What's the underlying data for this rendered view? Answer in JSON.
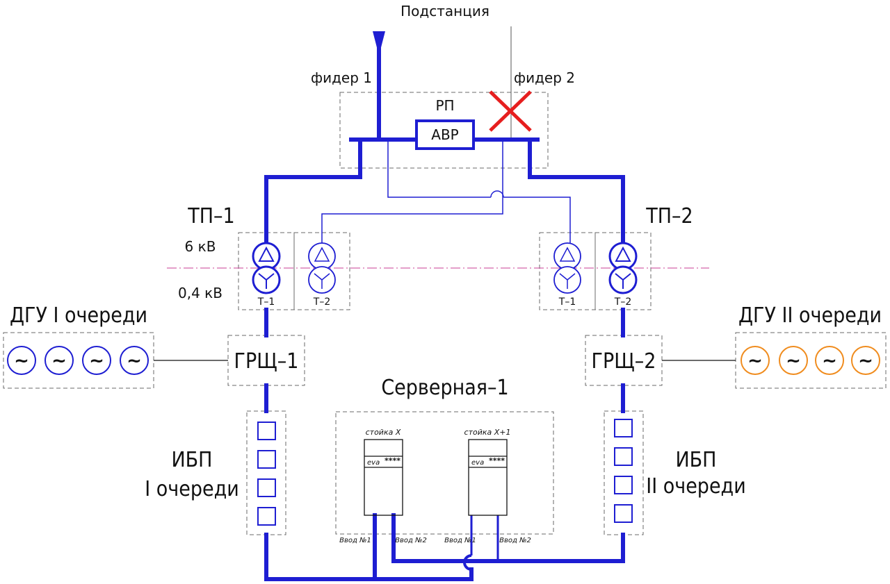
{
  "labels": {
    "substation": "Подстанция",
    "feeder1": "фидер 1",
    "feeder2": "фидер 2",
    "rp": "РП",
    "avr": "АВР",
    "tp1": "ТП–1",
    "tp2": "ТП–2",
    "voltage_high": "6 кВ",
    "voltage_low": "0,4 кВ",
    "t1_left": "Т–1",
    "t2_left": "Т–2",
    "t1_right": "Т–1",
    "t2_right": "Т–2",
    "dgu1": "ДГУ I очереди",
    "dgu2": "ДГУ II очереди",
    "grsh1": "ГРЩ–1",
    "grsh2": "ГРЩ–2",
    "ups1_line1": "ИБП",
    "ups1_line2": "I очереди",
    "ups2_line1": "ИБП",
    "ups2_line2": "II очереди",
    "server_room": "Серверная–1",
    "rack_x": "стойка Х",
    "rack_x1": "стойка Х+1",
    "rack_brand": "eva",
    "rack_stars": "****",
    "input1_a": "Ввод №1",
    "input2_a": "Ввод №2",
    "input1_b": "Ввод №1",
    "input2_b": "Ввод №2",
    "gen_symbol": "~"
  },
  "colors": {
    "power_line": "#1e1ed2",
    "dgu1_generators": "#1e1ed2",
    "dgu2_generators": "#f08c1e",
    "fault_cross": "#e61e1e",
    "voltage_divider": "#c83c96"
  },
  "states": {
    "feeder2": "disconnected"
  }
}
